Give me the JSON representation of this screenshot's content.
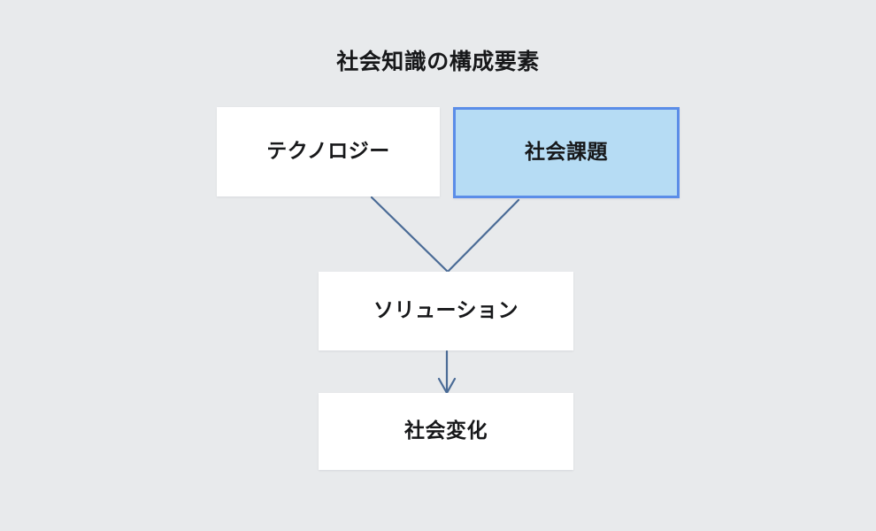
{
  "diagram": {
    "title": "社会知識の構成要素",
    "background_color": "#e8eaec",
    "text_color": "#17181a",
    "connector_color": "#4a6b96",
    "highlight_fill": "#b6dcf4",
    "highlight_border": "#5b8de8",
    "node_fill": "#ffffff",
    "type": "flowchart",
    "nodes": [
      {
        "id": "technology",
        "label": "テクノロジー",
        "highlighted": false,
        "row": 1,
        "column": 1
      },
      {
        "id": "social-issue",
        "label": "社会課題",
        "highlighted": true,
        "row": 1,
        "column": 2
      },
      {
        "id": "solution",
        "label": "ソリューション",
        "highlighted": false,
        "row": 2,
        "column": 1
      },
      {
        "id": "social-change",
        "label": "社会変化",
        "highlighted": false,
        "row": 3,
        "column": 1
      }
    ],
    "edges": [
      {
        "from": "technology",
        "to": "solution",
        "arrowhead": false
      },
      {
        "from": "social-issue",
        "to": "solution",
        "arrowhead": false
      },
      {
        "from": "solution",
        "to": "social-change",
        "arrowhead": true
      }
    ]
  }
}
